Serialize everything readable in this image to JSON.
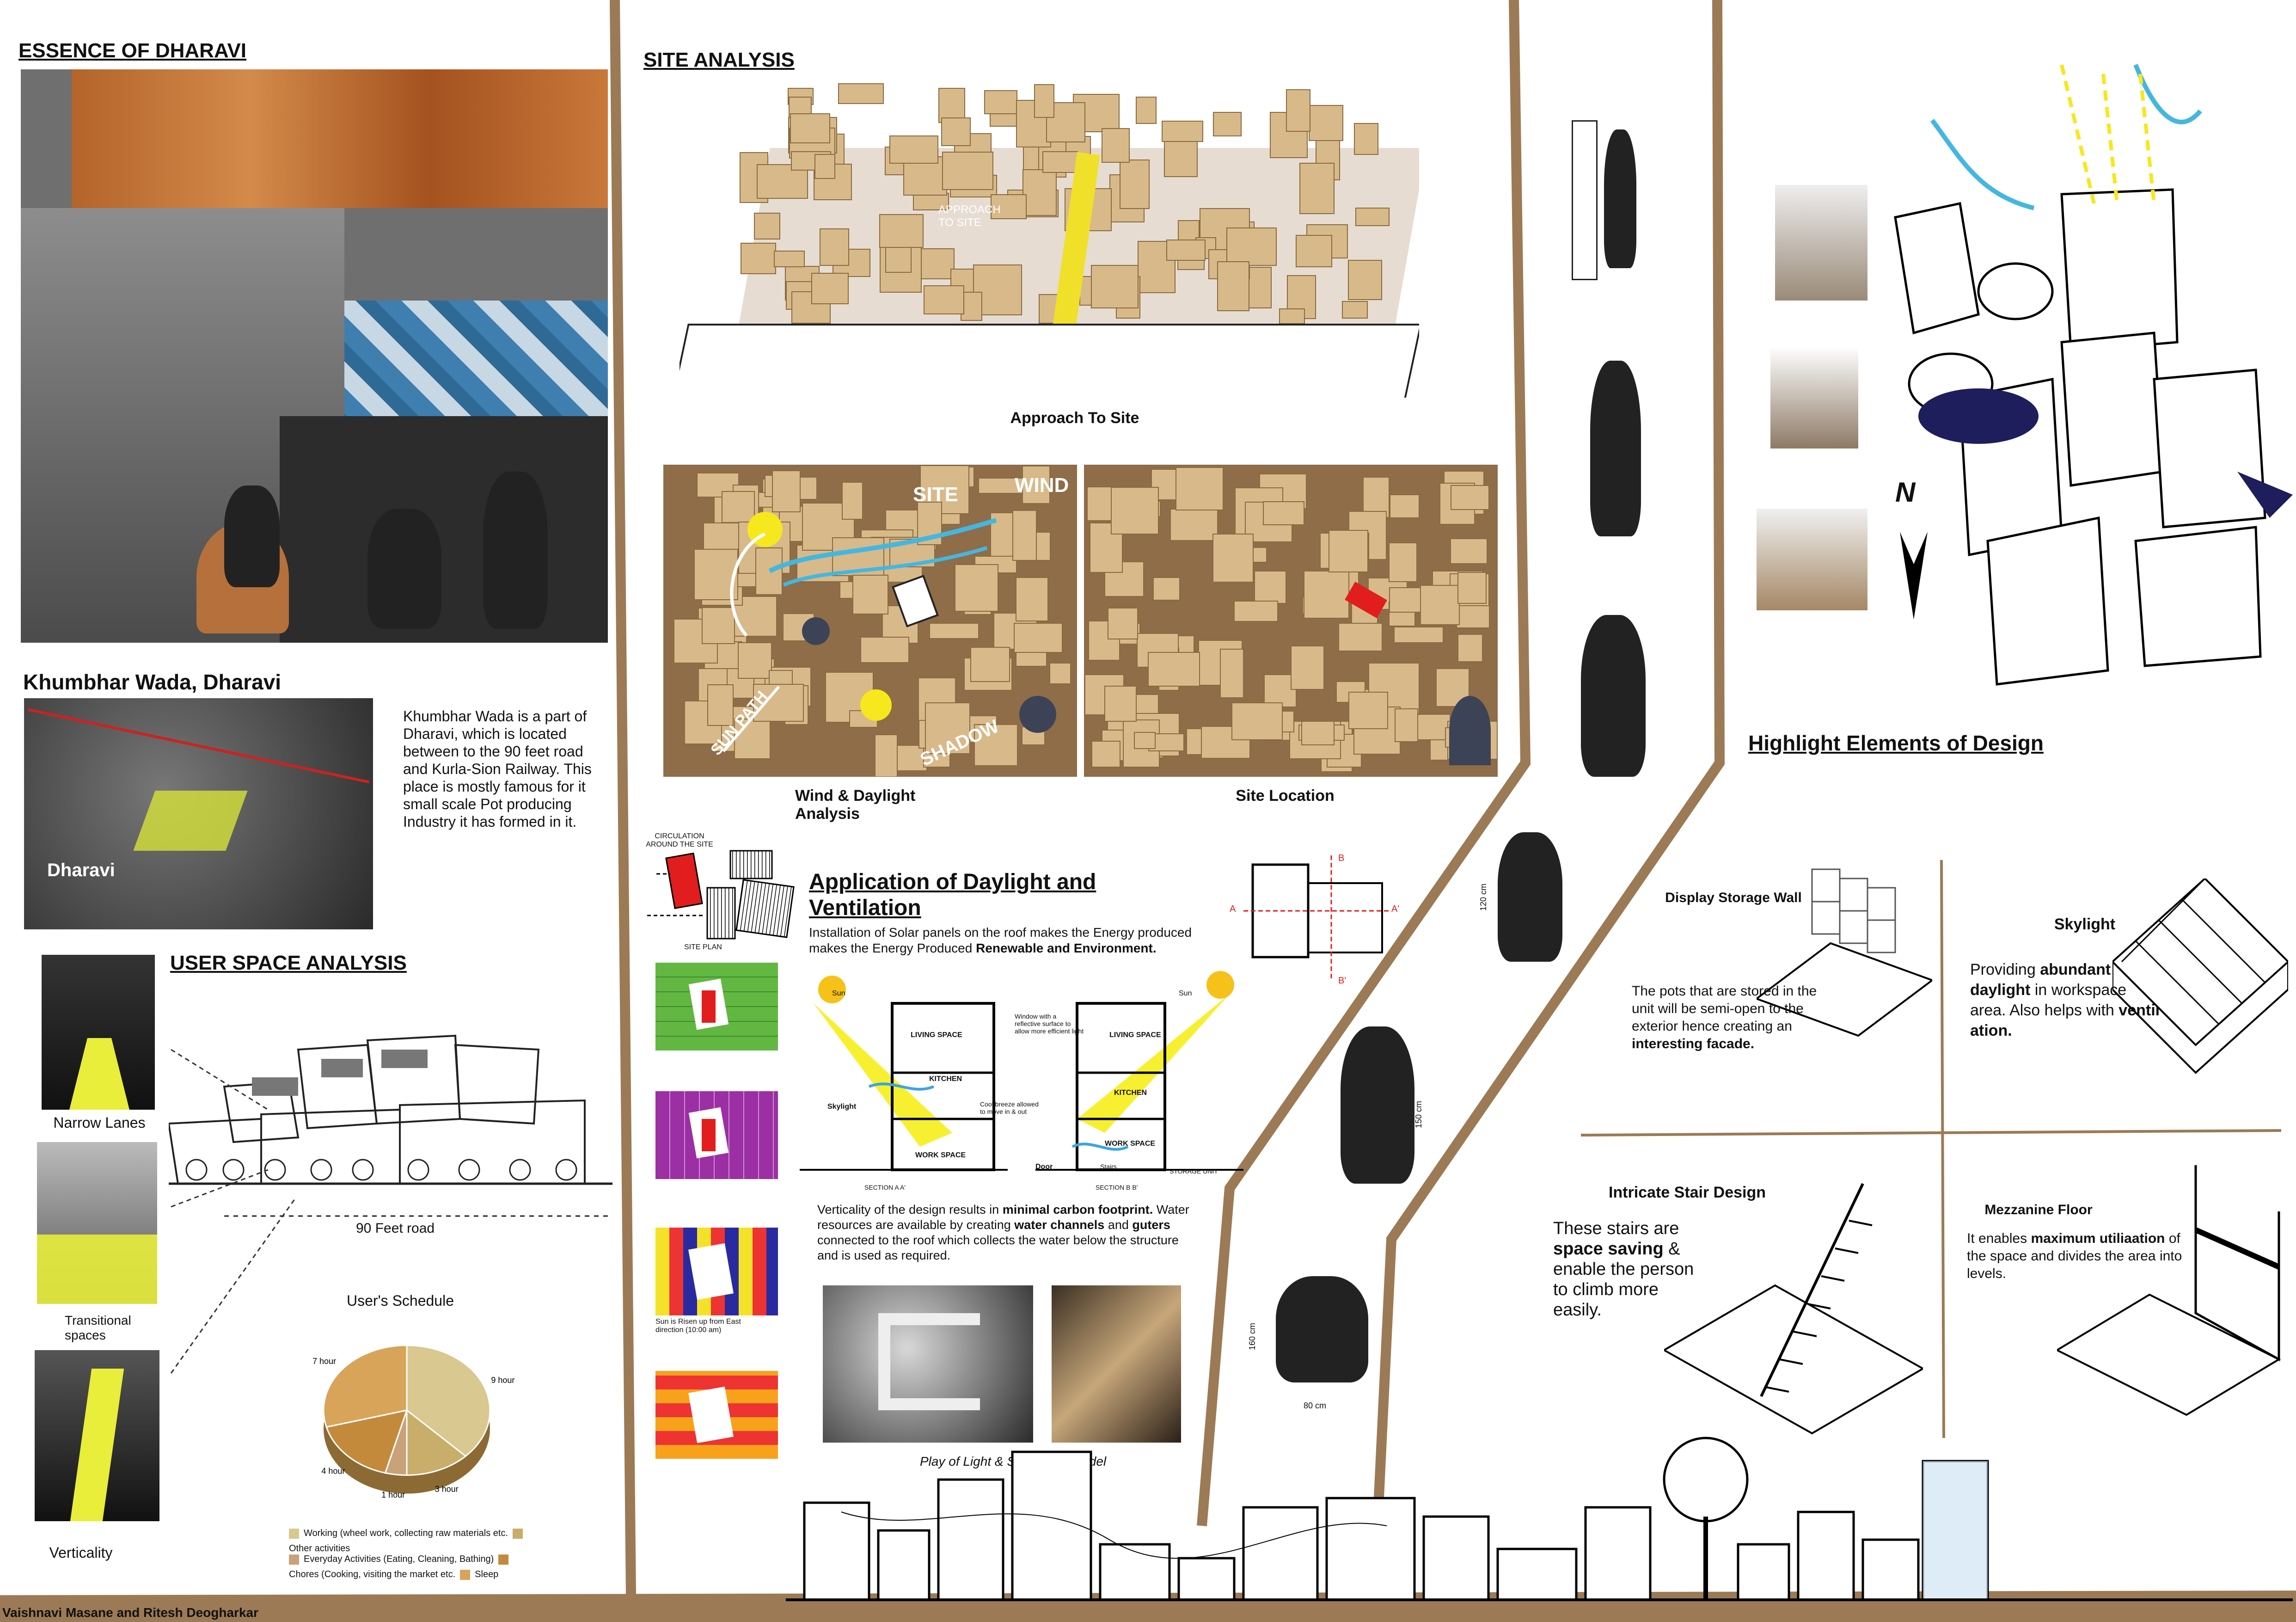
{
  "essence": {
    "title": "ESSENCE OF DHARAVI"
  },
  "khumbhar": {
    "title": "Khumbhar Wada, Dharavi",
    "description": "Khumbhar Wada is a part of Dharavi, which is located between to the 90 feet road and Kurla-Sion Railway. This place is mostly famous for it small scale Pot producing Industry it has formed in it.",
    "map_label": "Dharavi"
  },
  "user_space": {
    "title": "USER SPACE ANALYSIS",
    "captions": [
      "Narrow Lanes",
      "Transitional spaces",
      "Verticality"
    ],
    "road_label": "90 Feet road"
  },
  "schedule": {
    "title": "User's Schedule",
    "slice_labels": [
      "9 hour",
      "3 hour",
      "1 hour",
      "4 hour",
      "7 hour"
    ],
    "legend": [
      "Working (wheel work, collecting raw materials etc.",
      "Other activities",
      "Everyday Activities (Eating, Cleaning, Bathing)",
      "Chores (Cooking, visiting the market etc.",
      "Sleep"
    ]
  },
  "chart_data": {
    "type": "pie",
    "title": "User's Schedule",
    "categories": [
      "Working (wheel work, collecting raw materials etc.",
      "Other activities",
      "Everyday Activities (Eating, Cleaning, Bathing)",
      "Chores (Cooking, visiting the market etc.",
      "Sleep"
    ],
    "values": [
      9,
      3,
      1,
      4,
      7
    ],
    "colors": [
      "#d9c88f",
      "#c9ad6a",
      "#c9a27a",
      "#c48a3c",
      "#d8a45a"
    ]
  },
  "credits": "Vaishnavi Masane and Ritesh Deogharkar",
  "site": {
    "title": "SITE ANALYSIS",
    "approach_caption": "Approach To Site",
    "approach_model_text": "APPROACH TO SITE",
    "wind_caption": "Wind & Daylight Analysis",
    "location_caption": "Site Location",
    "model_words": [
      "SITE",
      "WIND",
      "SHADOW",
      "SUN PATH"
    ]
  },
  "daylight": {
    "circulation_label": "CIRCULATION AROUND THE SITE",
    "site_plan_label": "SITE PLAN",
    "title": "Application of Daylight and Ventilation",
    "desc_pre": "Installation of Solar panels on the roof makes the Energy produced makes the Energy Produced ",
    "desc_bold": "Renewable and Environment.",
    "sec_labels": [
      "Sun",
      "LIVING SPACE",
      "KITCHEN",
      "Skylight",
      "WORK SPACE",
      "SECTION A A'",
      "Cool breeze allowed to move in & out"
    ],
    "sec2_labels": [
      "Window with a reflective surface to allow more efficient light",
      "Sun",
      "LIVING SPACE",
      "KITCHEN",
      "WORK SPACE",
      "Door",
      "Stairs",
      "STORAGE UNIT",
      "SECTION B B'"
    ],
    "sun_note": "Sun is Risen up from East direction (10:00 am)",
    "vert_1": "Verticality of the design results in ",
    "vert_2": "minimal carbon footprint.",
    "vert_3": " Water resources are available by creating ",
    "vert_4": "water channels",
    "vert_5": " and ",
    "vert_6": "guters",
    "vert_7": " connected to the roof which collects the water below the structure and is used as required.",
    "model_caption": "Play of Light & Shadow in Model"
  },
  "elements": {
    "title": "Highlight Elements of Design",
    "display_title": "Display Storage Wall",
    "display_pre": "The pots that are stored in the unit will be semi-open to the exterior hence creating an ",
    "display_bold": "interesting facade.",
    "skylight_title": "Skylight",
    "sky_1": "Providing ",
    "sky_2": "abundant daylight",
    "sky_3": " in workspace area. Also helps with ",
    "sky_4": "ventil  ation.",
    "stair_title": "Intricate Stair Design",
    "stair_1": "These stairs are ",
    "stair_2": "space saving",
    "stair_3": " & enable the person to climb more easily.",
    "mezz_title": "Mezzanine Floor",
    "mezz_1": "It enables ",
    "mezz_2": "maximum utiliaation",
    "mezz_3": " of the space and divides the area into levels."
  },
  "human_dims": [
    "120 cm",
    "150 cm",
    "160 cm",
    "80 cm"
  ],
  "north_label": "N",
  "section_markers": [
    "A",
    "A'",
    "B",
    "B'"
  ]
}
